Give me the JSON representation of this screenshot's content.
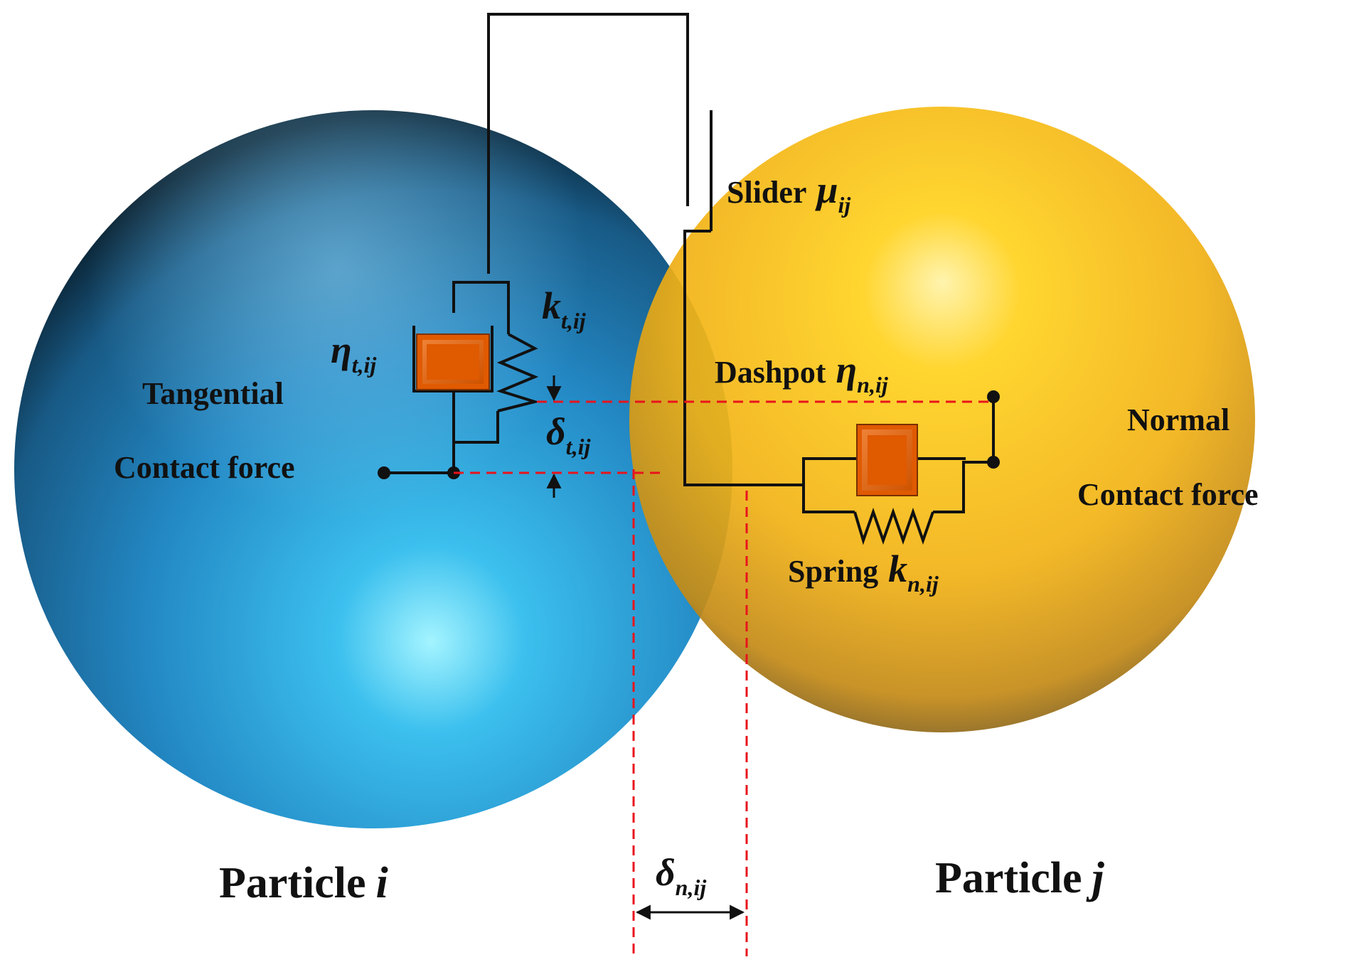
{
  "colors": {
    "particle_i": "#2a9fd8",
    "particle_j": "#f0b418",
    "dashpot_fill": "#e05a00",
    "overlap_line": "#e8141c",
    "wire": "#111111"
  },
  "particles": {
    "i": {
      "label": "Particle",
      "symbol": "i"
    },
    "j": {
      "label": "Particle",
      "symbol": "j"
    }
  },
  "tangential": {
    "title_line1": "Tangential",
    "title_line2": "Contact force",
    "dashpot": {
      "symbol": "η",
      "subscript": "t,ij"
    },
    "spring": {
      "symbol": "k",
      "subscript": "t,ij"
    },
    "overlap": {
      "symbol": "δ",
      "subscript": "t,ij"
    }
  },
  "normal": {
    "title_line1": "Normal",
    "title_line2": "Contact force",
    "slider": {
      "label": "Slider",
      "symbol": "μ",
      "subscript": "ij"
    },
    "dashpot": {
      "label": "Dashpot",
      "symbol": "η",
      "subscript": "n,ij"
    },
    "spring": {
      "label": "Spring",
      "symbol": "k",
      "subscript": "n,ij"
    },
    "overlap": {
      "symbol": "δ",
      "subscript": "n,ij"
    }
  }
}
